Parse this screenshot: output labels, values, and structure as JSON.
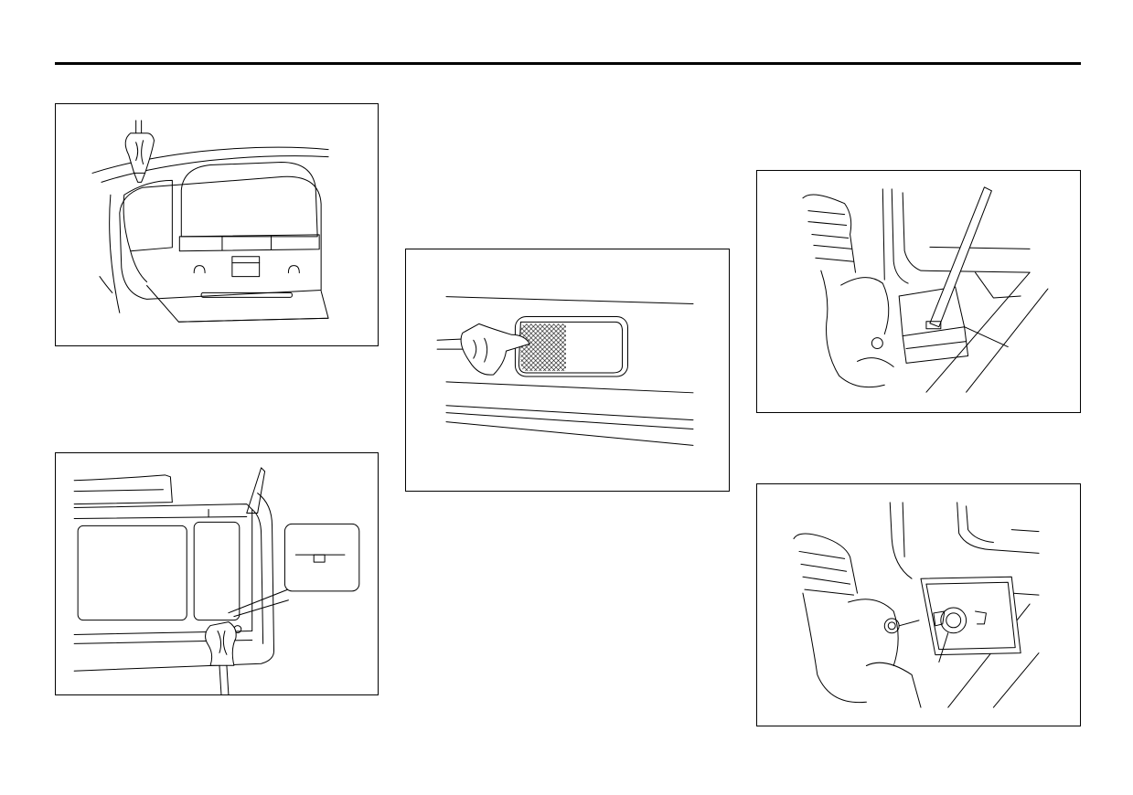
{
  "page": {
    "figures": [
      {
        "id": "f1",
        "name": "figure-overhead-console-pry"
      },
      {
        "id": "f2",
        "name": "figure-console-clip-detail"
      },
      {
        "id": "f3",
        "name": "figure-lamp-lens-removal"
      },
      {
        "id": "f4",
        "name": "figure-control-unit-release"
      },
      {
        "id": "f5",
        "name": "figure-control-unit-bracket"
      }
    ]
  },
  "colors": {
    "line": "#000000",
    "paper": "#ffffff"
  }
}
